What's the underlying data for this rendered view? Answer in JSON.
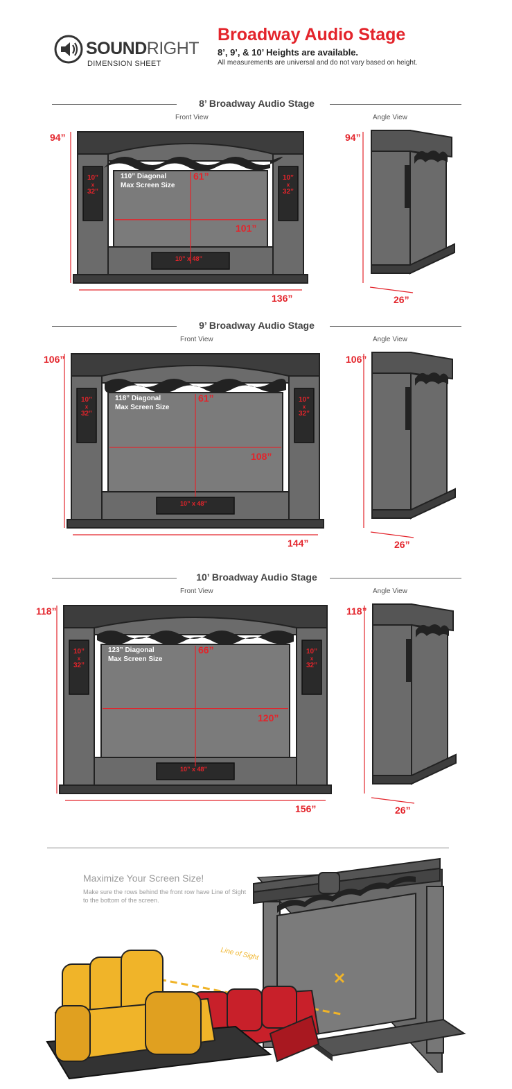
{
  "brand": {
    "name_bold": "SOUND",
    "name_light": "RIGHT",
    "subtitle": "DIMENSION SHEET"
  },
  "header": {
    "title": "Broadway Audio Stage",
    "subtitle": "8’, 9’, & 10’ Heights are available.",
    "note": "All measurements are universal and do not vary based on height."
  },
  "colors": {
    "accent": "#e3242b",
    "stage": "#6b6b6b",
    "stage_dark": "#3d3d3d",
    "outline": "#222222",
    "screen": "#7b7b7b",
    "seat_yellow": "#f0b429",
    "seat_red": "#c8202a"
  },
  "stages": [
    {
      "title": "8’ Broadway Audio Stage",
      "front_label": "Front View",
      "angle_label": "Angle View",
      "height": "94”",
      "width": "136”",
      "depth": "26”",
      "screen_diagonal": "110” Diagonal",
      "screen_caption": "Max Screen Size",
      "screen_height": "61”",
      "screen_width": "101”",
      "side_speaker": {
        "top": "10”",
        "x": "x",
        "bottom": "32”"
      },
      "sub_speaker": "10” x 48”"
    },
    {
      "title": "9’ Broadway Audio Stage",
      "front_label": "Front View",
      "angle_label": "Angle View",
      "height": "106”",
      "width": "144”",
      "depth": "26”",
      "screen_diagonal": "118” Diagonal",
      "screen_caption": "Max Screen Size",
      "screen_height": "61”",
      "screen_width": "108”",
      "side_speaker": {
        "top": "10”",
        "x": "x",
        "bottom": "32”"
      },
      "sub_speaker": "10” x 48”"
    },
    {
      "title": "10’ Broadway Audio Stage",
      "front_label": "Front View",
      "angle_label": "Angle View",
      "height": "118”",
      "width": "156”",
      "depth": "26”",
      "screen_diagonal": "123” Diagonal",
      "screen_caption": "Max Screen Size",
      "screen_height": "66”",
      "screen_width": "120”",
      "side_speaker": {
        "top": "10”",
        "x": "x",
        "bottom": "32”"
      },
      "sub_speaker": "10” x 48”"
    }
  ],
  "maximize": {
    "title": "Maximize Your Screen Size!",
    "body": "Make sure the rows behind the front row have Line of Sight to the bottom of the screen.",
    "line_of_sight": "Line of Sight"
  }
}
